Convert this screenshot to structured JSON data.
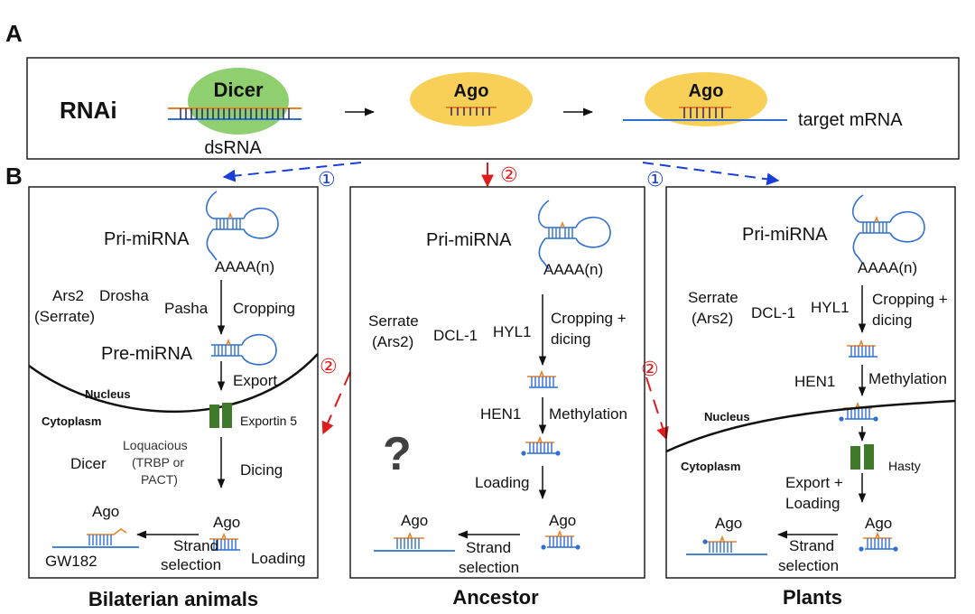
{
  "panel_labels": {
    "a": "A",
    "b": "B"
  },
  "rnai": {
    "title": "RNAi",
    "dicer": "Dicer",
    "ago1": "Ago",
    "ago2": "Ago",
    "dsrna": "dsRNA",
    "target": "target mRNA",
    "colors": {
      "dicer": "#8fcf6f",
      "ago": "#f8d058",
      "orange_strand": "#e8822a",
      "blue_strand": "#2f6fd0"
    }
  },
  "markers": {
    "one": "①",
    "two": "②"
  },
  "animals": {
    "title": "Bilaterian animals",
    "pri": "Pri-miRNA",
    "polya": "AAAA(n)",
    "ars2": "Ars2",
    "serrate": "(Serrate)",
    "drosha": "Drosha",
    "pasha": "Pasha",
    "cropping": "Cropping",
    "pre": "Pre-miRNA",
    "export": "Export",
    "nucleus": "Nucleus",
    "cytoplasm": "Cytoplasm",
    "exportin": "Exportin 5",
    "loq1": "Loquacious",
    "loq2": "(TRBP or",
    "loq3": "PACT)",
    "dicer": "Dicer",
    "dicing": "Dicing",
    "ago_top": "Ago",
    "ago_left": "Ago",
    "gw182": "GW182",
    "strand1": "Strand",
    "strand2": "selection",
    "loading": "Loading"
  },
  "ancestor": {
    "title": "Ancestor",
    "pri": "Pri-miRNA",
    "polya": "AAAA(n)",
    "serrate": "Serrate",
    "ars2": "(Ars2)",
    "dcl1": "DCL-1",
    "hyl1": "HYL1",
    "crop1": "Cropping +",
    "crop2": "dicing",
    "hen1": "HEN1",
    "methylation": "Methylation",
    "question": "?",
    "loading": "Loading",
    "ago_right": "Ago",
    "ago_left": "Ago",
    "strand1": "Strand",
    "strand2": "selection"
  },
  "plants": {
    "title": "Plants",
    "pri": "Pri-miRNA",
    "polya": "AAAA(n)",
    "serrate": "Serrate",
    "ars2": "(Ars2)",
    "dcl1": "DCL-1",
    "hyl1": "HYL1",
    "crop1": "Cropping +",
    "crop2": "dicing",
    "hen1": "HEN1",
    "methylation": "Methylation",
    "nucleus": "Nucleus",
    "cytoplasm": "Cytoplasm",
    "hasty": "Hasty",
    "export1": "Export +",
    "export2": "Loading",
    "ago_right": "Ago",
    "ago_left": "Ago",
    "strand1": "Strand",
    "strand2": "selection"
  }
}
